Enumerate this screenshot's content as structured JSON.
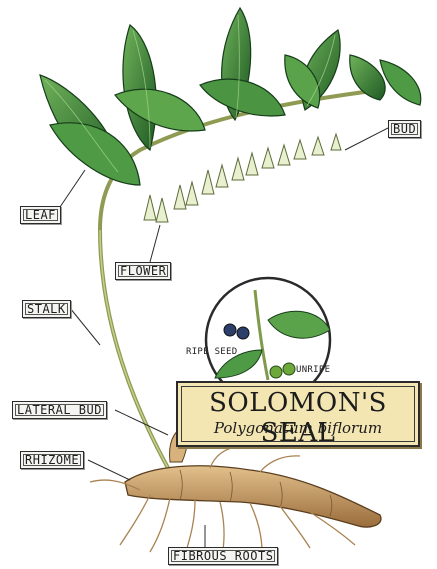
{
  "title": "SOLOMON'S SEAL",
  "subtitle": "Polygonatum biflorum",
  "labels": {
    "bud": "BUD",
    "leaf": "LEAF",
    "flower": "FLOWER",
    "stalk": "STALK",
    "lateral_bud": "LATERAL BUD",
    "rhizome": "RHIZOME",
    "fibrous_roots": "FIBROUS ROOTS",
    "ripe_seed": "RIPE SEED",
    "unripe": "UNRIPE"
  },
  "colors": {
    "leaf": "#3f8f3a",
    "leaf_dark": "#1f5a24",
    "flower": "#e8f0cf",
    "stalk": "#a9b36a",
    "rhizome": "#c9a06a",
    "ripe_seed": "#2c3f6b",
    "unripe_seed": "#6ea83a",
    "title_bg": "#f3e6b3"
  }
}
